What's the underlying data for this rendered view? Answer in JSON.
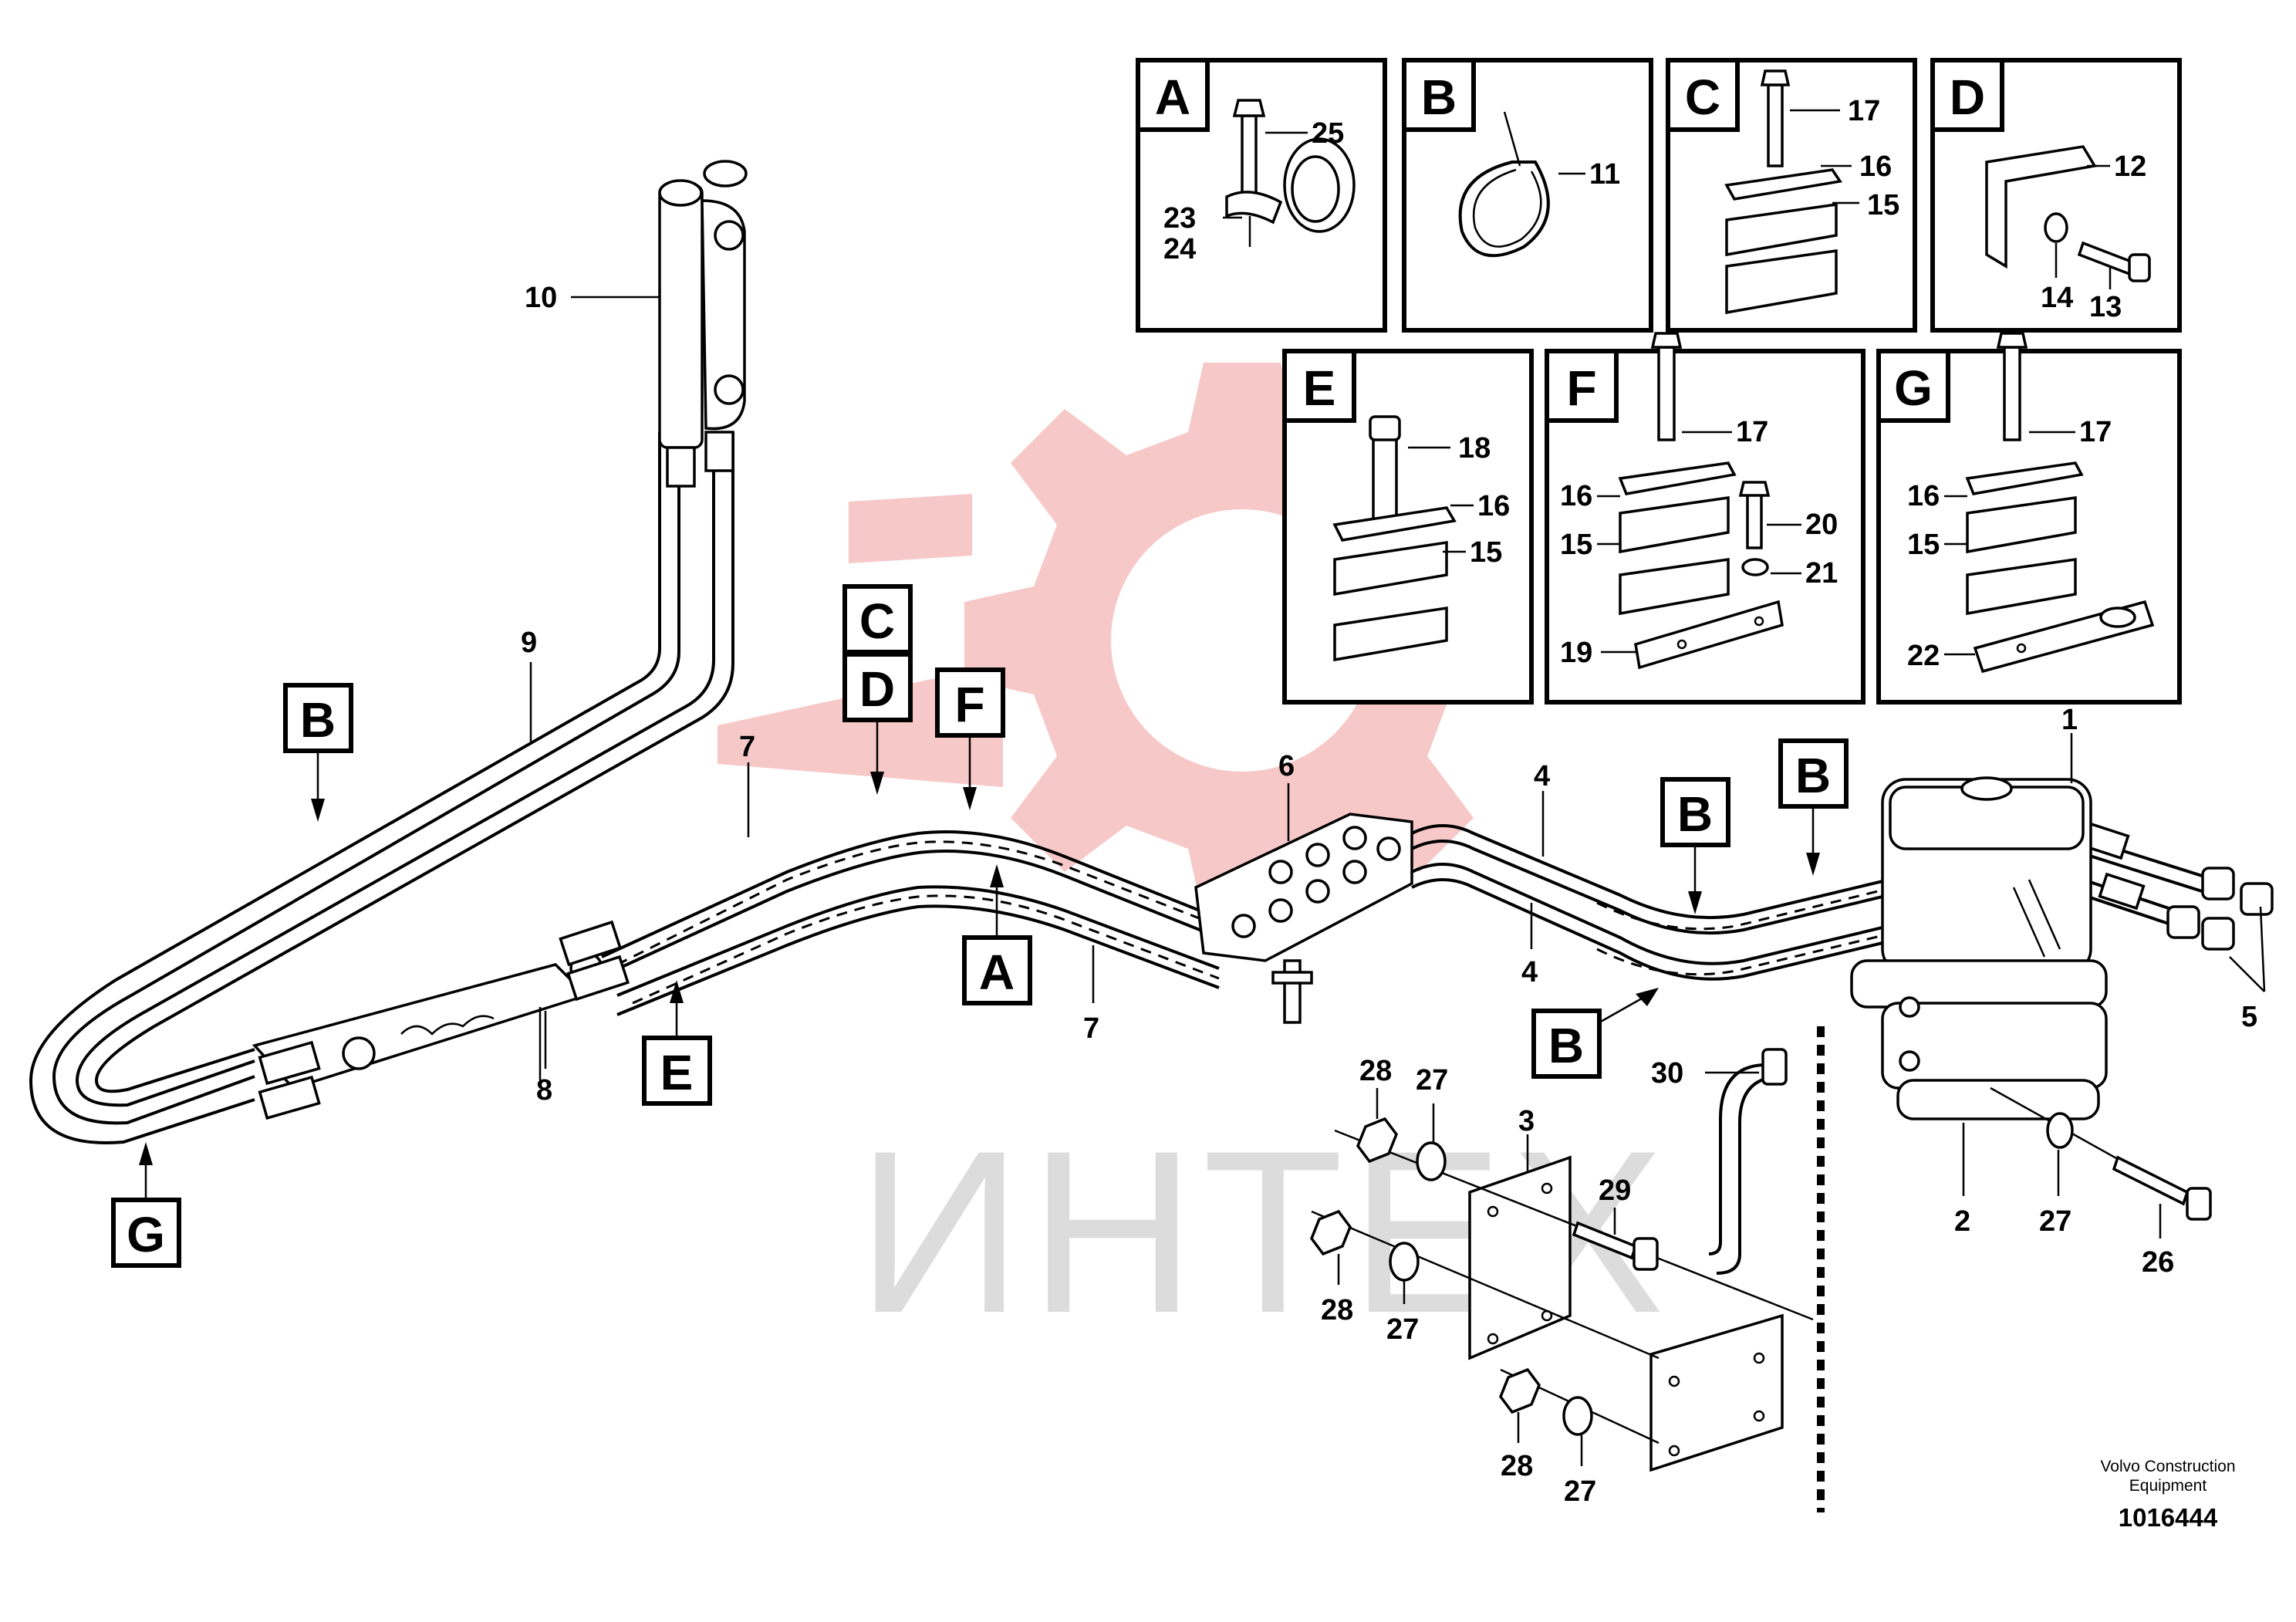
{
  "watermark": {
    "text": "ИНТЕХ",
    "gear_color": "#f7c8c8",
    "text_color": "#dcdcdc"
  },
  "detail_panels": [
    {
      "letter": "A",
      "callouts": [
        "25",
        "23",
        "24"
      ]
    },
    {
      "letter": "B",
      "callouts": [
        "11"
      ]
    },
    {
      "letter": "C",
      "callouts": [
        "17",
        "16",
        "15"
      ]
    },
    {
      "letter": "D",
      "callouts": [
        "12",
        "14",
        "13"
      ]
    },
    {
      "letter": "E",
      "callouts": [
        "18",
        "16",
        "15"
      ]
    },
    {
      "letter": "F",
      "callouts": [
        "17",
        "16",
        "20",
        "15",
        "21",
        "19"
      ]
    },
    {
      "letter": "G",
      "callouts": [
        "17",
        "16",
        "15",
        "22"
      ]
    }
  ],
  "view_markers": [
    {
      "id": "marker-b-left",
      "letter": "B"
    },
    {
      "id": "marker-c",
      "letter": "C"
    },
    {
      "id": "marker-d",
      "letter": "D"
    },
    {
      "id": "marker-f",
      "letter": "F"
    },
    {
      "id": "marker-a",
      "letter": "A"
    },
    {
      "id": "marker-e",
      "letter": "E"
    },
    {
      "id": "marker-g",
      "letter": "G"
    },
    {
      "id": "marker-b-mid",
      "letter": "B"
    },
    {
      "id": "marker-b-right",
      "letter": "B"
    },
    {
      "id": "marker-b-lower",
      "letter": "B"
    }
  ],
  "part_callouts": [
    "10",
    "9",
    "7",
    "7",
    "8",
    "6",
    "4",
    "4",
    "1",
    "5",
    "30",
    "2",
    "27",
    "26",
    "28",
    "27",
    "3",
    "29",
    "28",
    "27",
    "28",
    "27"
  ],
  "footer": {
    "company": "Volvo Construction",
    "company_line2": "Equipment",
    "drawing_number": "1016444"
  }
}
